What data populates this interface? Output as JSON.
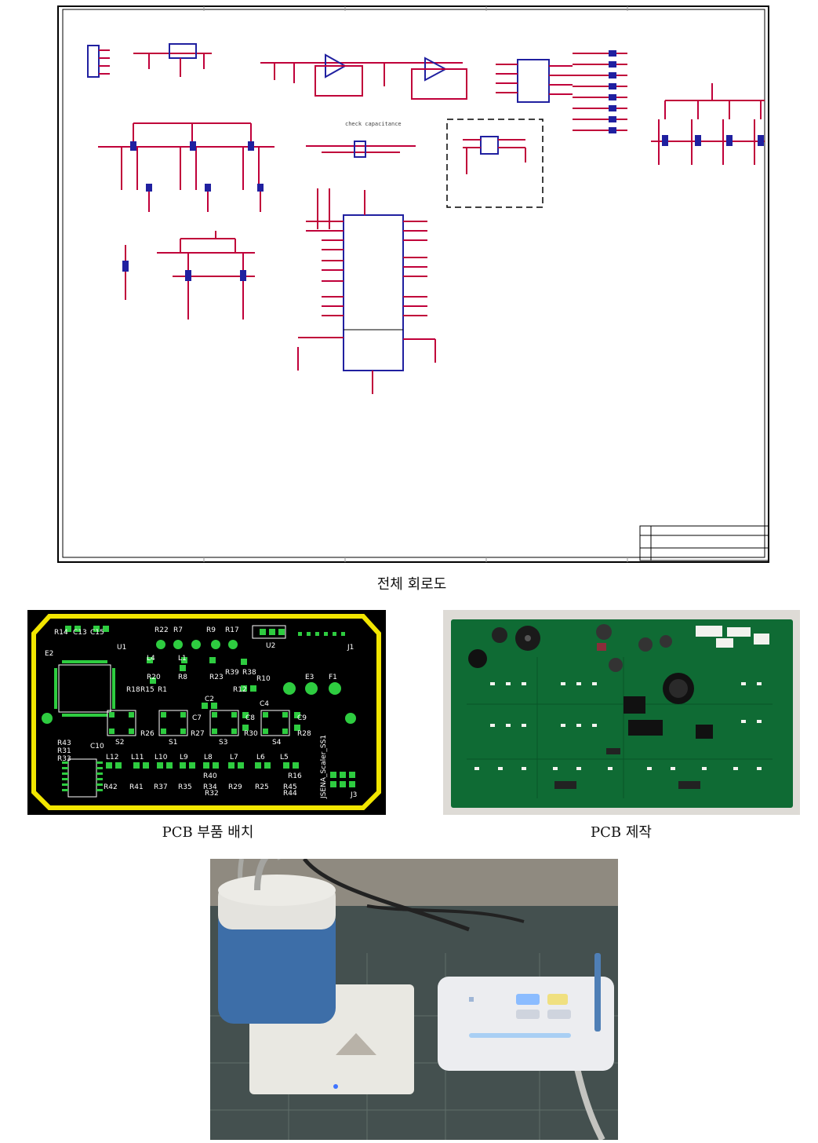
{
  "schematic": {
    "caption": "전체 회로도",
    "inner_label": "check capacitance"
  },
  "pcb_layout": {
    "caption": "PCB 부품 배치",
    "board_name": "JSENA_Scaler_SS1",
    "top_labels": [
      "R14",
      "C13",
      "C15",
      "U1",
      "R22",
      "R7",
      "R9",
      "R17",
      "U2",
      "J1"
    ],
    "row_labels_1": [
      "R20",
      "R8",
      "R23",
      "R38",
      "R39"
    ],
    "row_labels_2": [
      "R18",
      "R15",
      "R1",
      "R10",
      "R12"
    ],
    "switch_labels": [
      "S2",
      "S1",
      "S3",
      "S4"
    ],
    "bottom_labels": [
      "R42",
      "R41",
      "R37",
      "R35",
      "R34",
      "R29",
      "R25",
      "R45"
    ],
    "inductor_labels": [
      "L12",
      "L11",
      "L10",
      "L9",
      "L8",
      "L7",
      "L6",
      "L5"
    ],
    "left_labels": [
      "R43",
      "R31",
      "R33",
      "C10"
    ],
    "extra_labels": [
      "R32",
      "R44",
      "R40",
      "R16",
      "C2",
      "C7",
      "C8",
      "C9",
      "R27",
      "R30",
      "R28",
      "R26",
      "L4",
      "L1",
      "C4",
      "E2",
      "E3",
      "F1",
      "J3"
    ]
  },
  "pcb_photo": {
    "caption": "PCB 제작"
  },
  "device_photo": {}
}
